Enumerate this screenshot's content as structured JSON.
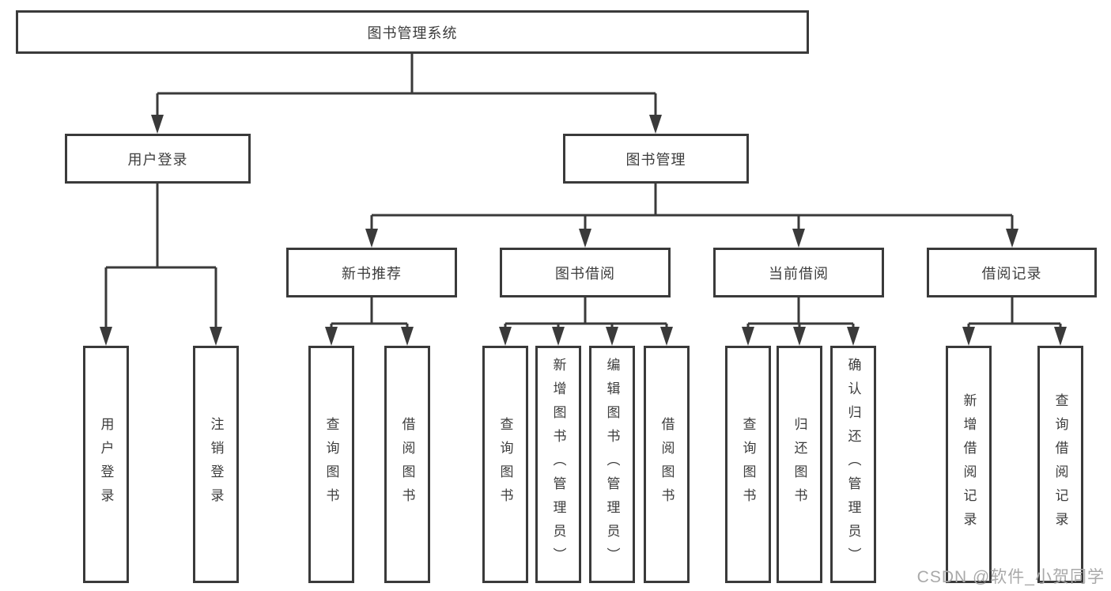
{
  "tree": {
    "root": {
      "label": "图书管理系统"
    },
    "level2": [
      {
        "label": "用户登录",
        "children": [
          {
            "label": "用户登录"
          },
          {
            "label": "注销登录"
          }
        ]
      },
      {
        "label": "图书管理",
        "children": [
          {
            "label": "新书推荐",
            "children": [
              {
                "label": "查询图书"
              },
              {
                "label": "借阅图书"
              }
            ]
          },
          {
            "label": "图书借阅",
            "children": [
              {
                "label": "查询图书"
              },
              {
                "label": "新增图书（管理员）"
              },
              {
                "label": "编辑图书（管理员）"
              },
              {
                "label": "借阅图书"
              }
            ]
          },
          {
            "label": "当前借阅",
            "children": [
              {
                "label": "查询图书"
              },
              {
                "label": "归还图书"
              },
              {
                "label": "确认归还（管理员）"
              }
            ]
          },
          {
            "label": "借阅记录",
            "children": [
              {
                "label": "新增借阅记录"
              },
              {
                "label": "查询借阅记录"
              }
            ]
          }
        ]
      }
    ]
  },
  "watermark": {
    "text": "CSDN @软件_小贺同学"
  },
  "colors": {
    "line": "#3a3a3a",
    "border": "#3a3a3a",
    "text": "#3d3d3d",
    "background": "#ffffff",
    "watermark": "#a9a9a9"
  }
}
